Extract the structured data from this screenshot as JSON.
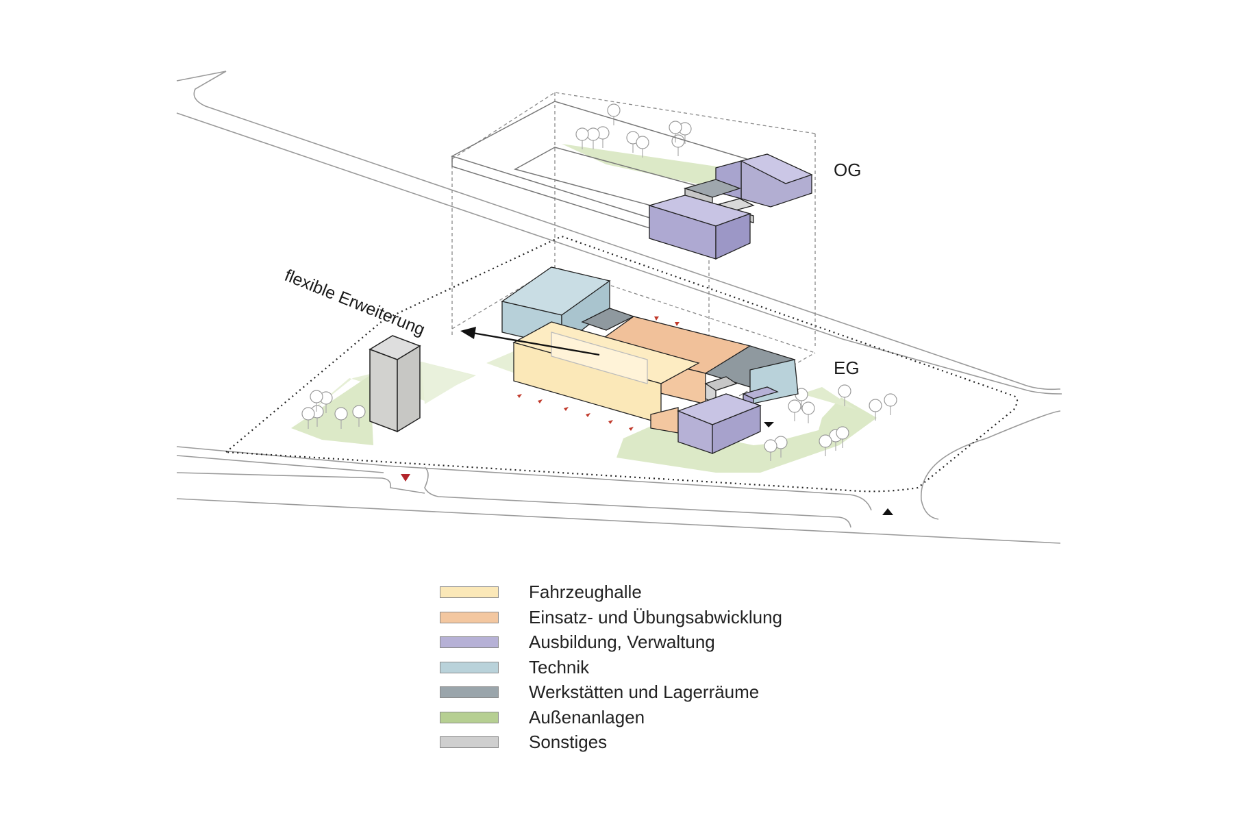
{
  "labels": {
    "og": "OG",
    "eg": "EG",
    "flex": "flexible Erweiterung"
  },
  "legend": [
    {
      "label": "Fahrzeughalle",
      "color": "#fbe8b8"
    },
    {
      "label": "Einsatz- und Übungsabwicklung",
      "color": "#f3c7a0"
    },
    {
      "label": "Ausbildung, Verwaltung",
      "color": "#b6b1d6"
    },
    {
      "label": "Technik",
      "color": "#b9d2da"
    },
    {
      "label": "Werkstätten und Lagerräume",
      "color": "#9aa5ab"
    },
    {
      "label": "Außenanlagen",
      "color": "#b6cf92"
    },
    {
      "label": "Sonstiges",
      "color": "#cfcfcf"
    }
  ],
  "colors": {
    "green_area": "#dce9c7",
    "road_line": "#8c8c8c",
    "access_marker_red": "#b3252b",
    "access_marker_black": "#111111"
  }
}
